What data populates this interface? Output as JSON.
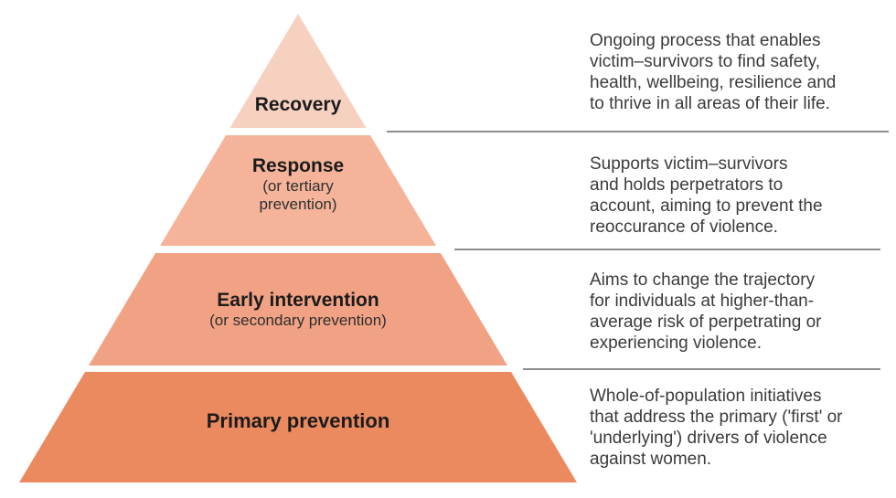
{
  "diagram": {
    "title_hint": "Prevention pyramid: recovery, response, early intervention, primary prevention",
    "colors": {
      "tier_recovery": "#F7D1C0",
      "tier_response": "#F5B49A",
      "tier_early_intervention": "#F2A284",
      "tier_primary_prevention": "#EC8A5F",
      "separator": "#8d8d8d",
      "label_text": "#1b1b1b",
      "body_text": "#3b3b3b"
    },
    "tiers": [
      {
        "label": "Recovery",
        "sublabel": "",
        "color": "#F7D1C0",
        "description": "Ongoing process that enables\nvictim–survivors to find safety,\nhealth, wellbeing, resilience and\nto thrive in all areas of their life."
      },
      {
        "label": "Response",
        "sublabel": "(or tertiary\nprevention)",
        "color": "#F5B49A",
        "description": "Supports victim–survivors\nand holds perpetrators to\naccount, aiming to prevent the\nreoccurance of violence."
      },
      {
        "label": "Early intervention",
        "sublabel": "(or secondary prevention)",
        "color": "#F2A284",
        "description": "Aims to change the trajectory\nfor individuals at higher-than-\naverage risk of perpetrating or\nexperiencing violence."
      },
      {
        "label": "Primary prevention",
        "sublabel": "",
        "color": "#EC8A5F",
        "description": "Whole-of-population initiatives\nthat address the primary ('first' or\n'underlying') drivers of violence\nagainst women."
      }
    ]
  }
}
